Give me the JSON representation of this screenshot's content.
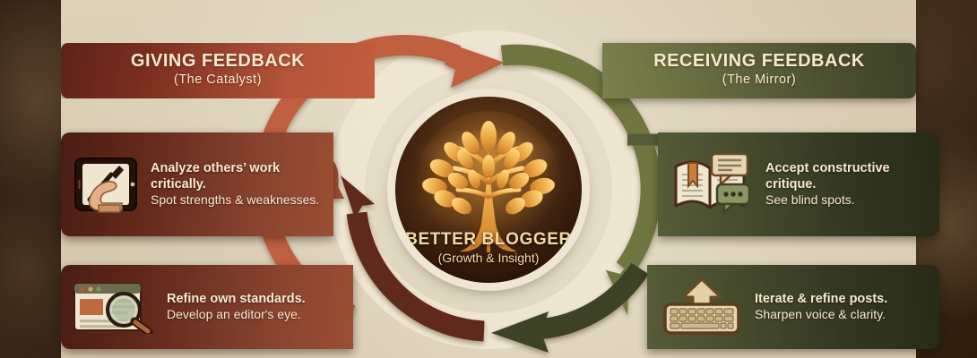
{
  "infographic": {
    "center": {
      "title": "BETTER BLOGGER",
      "subtitle": "(Growth & Insight)",
      "icon": "tree-of-growth-icon"
    },
    "banners": [
      {
        "title": "GIVING FEEDBACK",
        "subtitle": "(The Catalyst)",
        "side": "left",
        "color": "#b4543a"
      },
      {
        "title": "RECEIVING FEEDBACK",
        "subtitle": "(The Mirror)",
        "side": "right",
        "color": "#6d7343"
      }
    ],
    "cards": [
      {
        "heading": "Analyze others’ work critically.",
        "detail": "Spot strengths & weaknesses.",
        "icon": "tablet-hand-drawing-icon",
        "side": "left"
      },
      {
        "heading": "Refine own standards.",
        "detail": "Develop an editor's eye.",
        "icon": "browser-magnifier-icon",
        "side": "left"
      },
      {
        "heading": "Accept constructive critique.",
        "detail": "See blind spots.",
        "icon": "open-book-speech-bubbles-icon",
        "side": "right"
      },
      {
        "heading": "Iterate & refine posts.",
        "detail": "Sharpen voice & clarity.",
        "icon": "keyboard-up-arrow-icon",
        "side": "right"
      }
    ],
    "cycle_arrows": [
      {
        "name": "giving-to-center-arrow",
        "color": "#c0603f",
        "direction": "clockwise-top-left"
      },
      {
        "name": "center-to-receiving-arrow",
        "color": "#70763f",
        "direction": "clockwise-top-right"
      },
      {
        "name": "receiving-return-arrow",
        "color": "#3d4326",
        "direction": "clockwise-bottom-right"
      },
      {
        "name": "return-to-giving-arrow",
        "color": "#5e2b1c",
        "direction": "clockwise-bottom-left"
      }
    ],
    "palette": {
      "paper": "#e7dec8",
      "backdrop": "#4a321f",
      "cream_text": "#f6e9cf",
      "gold_text": "#f3d9a6"
    }
  }
}
